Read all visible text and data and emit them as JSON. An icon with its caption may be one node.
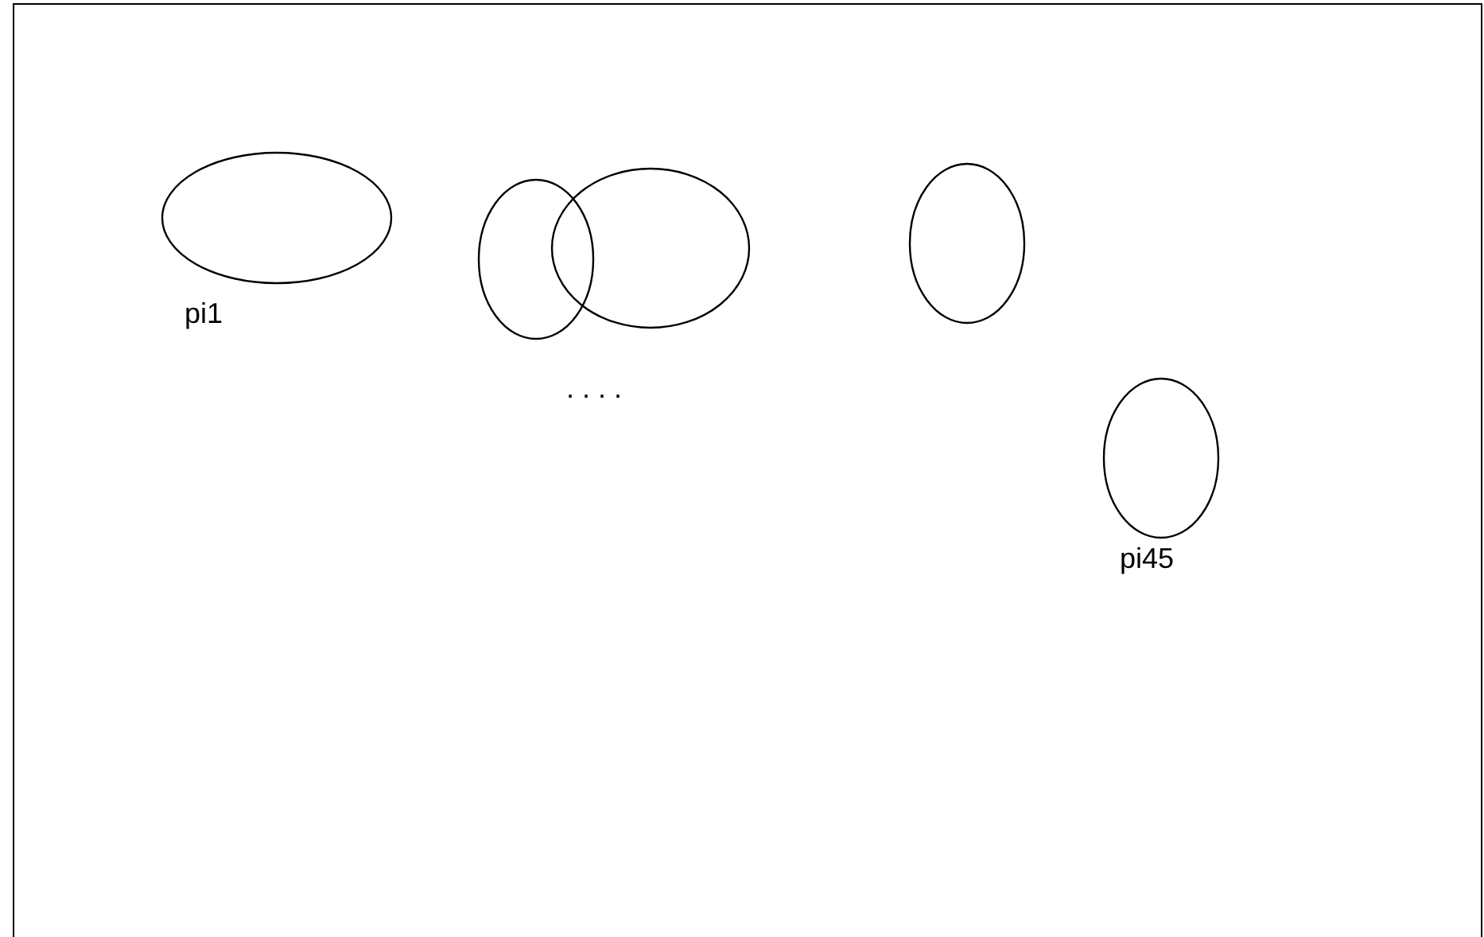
{
  "diagram": {
    "nodes": [
      {
        "text": [
          "pi1"
        ]
      },
      {
        "text": [],
        "shape": "ellipse"
      },
      {
        "text": [],
        "shape": "ellipse"
      },
      {
        "text": [],
        "shape": "ellipse"
      },
      {
        "text": [
          "pi45"
        ]
      }
    ],
    "labels": [
      ". . . ."
    ]
  }
}
